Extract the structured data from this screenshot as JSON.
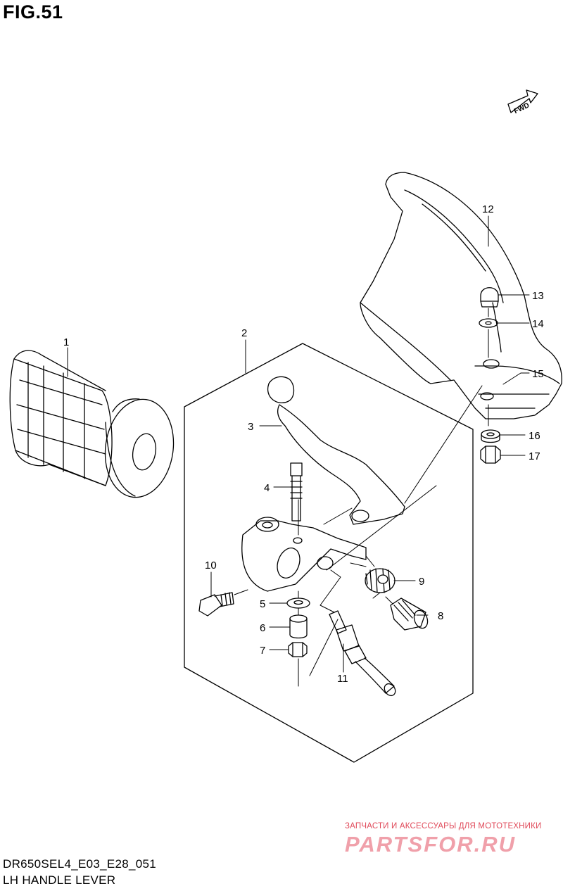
{
  "figure": {
    "title": "FIG.51",
    "model_code": "DR650SEL4_E03_E28_051",
    "caption": "LH HANDLE LEVER"
  },
  "direction_badge": "FWD",
  "watermark": {
    "line1": "ЗАПЧАСТИ И АКСЕССУАРЫ ДЛЯ МОТОТЕХНИКИ",
    "line2": "PARTSFOR.RU"
  },
  "callouts": [
    "1",
    "2",
    "3",
    "4",
    "5",
    "6",
    "7",
    "8",
    "9",
    "10",
    "11",
    "12",
    "13",
    "14",
    "15",
    "16",
    "17"
  ],
  "colors": {
    "line": "#000000",
    "watermark_red": "#e04a5a",
    "watermark_pink": "#f0a0aa"
  }
}
